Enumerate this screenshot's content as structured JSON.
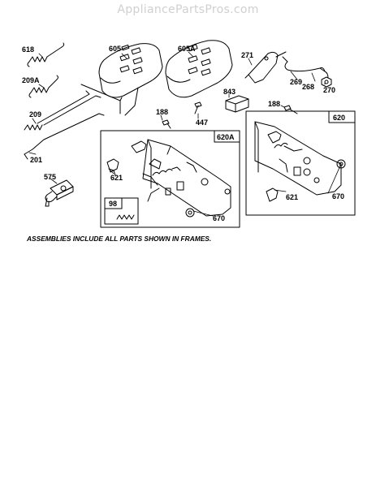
{
  "watermark": "AppliancePartsPros.com",
  "note": "ASSEMBLIES INCLUDE ALL PARTS SHOWN IN FRAMES.",
  "labels": {
    "p618": "618",
    "p209a": "209A",
    "p209": "209",
    "p201": "201",
    "p575": "575",
    "p605": "605",
    "p605a": "605A",
    "p271": "271",
    "p269": "269",
    "p268": "268",
    "p270": "270",
    "p843": "843",
    "p188a": "188",
    "p447": "447",
    "p188b": "188",
    "p620a": "620A",
    "p620": "620",
    "p621a": "621",
    "p98": "98",
    "p670a": "670",
    "p621b": "621",
    "p670b": "670"
  }
}
